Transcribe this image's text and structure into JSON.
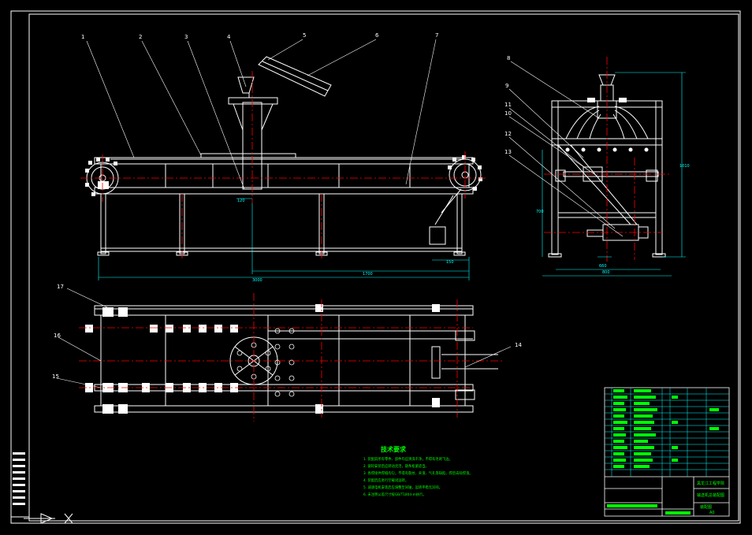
{
  "drawing": {
    "part_numbers": [
      "1",
      "2",
      "3",
      "4",
      "5",
      "6",
      "7",
      "8",
      "9",
      "10",
      "11",
      "12",
      "13",
      "14",
      "15",
      "16",
      "17"
    ],
    "dimension_texts": {
      "front_overall_length": "3000",
      "front_segment": "1700",
      "front_small": "120",
      "front_offset": "150",
      "side_height": "1010",
      "side_width_inner": "660",
      "side_width_outer": "800",
      "side_left_height": "700"
    },
    "technical_requirements": {
      "title": "技术要求",
      "items": [
        "1. 装配前所有零件、部件均应清洗干净，不得有毛刺飞边。",
        "2. 链轮安装后应转动灵活，链条松紧适当。",
        "3. 各焊接件焊缝均匀，不得有裂纹、夹渣、气孔等缺陷，焊后去除焊渣。",
        "4. 装配后应进行空载试运转。",
        "5. 减速电机安装后应调整至同轴，运转平稳无异响。",
        "6. 未注明公差尺寸按GB/T1804-m执行。"
      ]
    },
    "title_block": {
      "school": "黑龙江工程学院",
      "drawing_name": "输送机总装配图",
      "drawing_type": "装配图",
      "size": "A0"
    },
    "colors": {
      "background": "#000000",
      "outline": "#ffffff",
      "centerline": "#ff0000",
      "dimension": "#00ffff",
      "annotation": "#00ff00",
      "frame": "#ffffff"
    }
  }
}
